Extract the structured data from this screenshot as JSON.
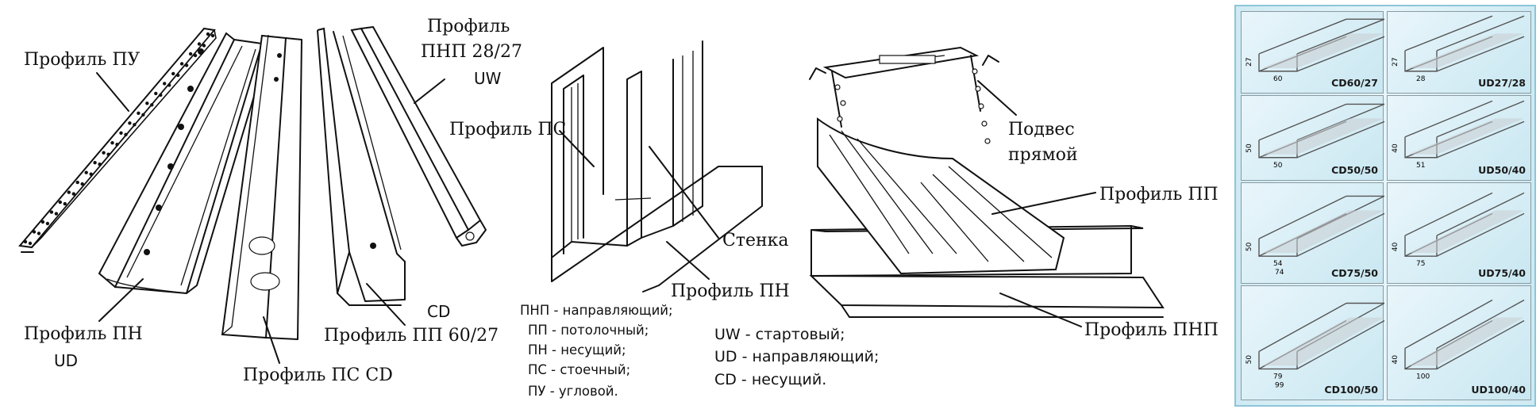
{
  "labels": {
    "pu": "Профиль ПУ",
    "pnp_line1": "Профиль",
    "pnp_line2": "ПНП 28/27",
    "pnp_line3": "UW",
    "pn": "Профиль ПН",
    "pn_ud": "UD",
    "ps_cd": "Профиль ПС  CD",
    "pp_cd": "CD",
    "pp": "Профиль ПП 60/27",
    "ps_wall": "Профиль ПС",
    "stenka": "Стенка",
    "pn_wall": "Профиль ПН",
    "podves_line1": "Подвес",
    "podves_line2": "прямой",
    "pp_ceiling": "Профиль ПП",
    "pnp_ceiling": "Профиль ПНП"
  },
  "legend_left": [
    "ПНП - направляющий;",
    "ПП - потолочный;",
    "ПН - несущий;",
    "ПС - стоечный;",
    "ПУ - угловой."
  ],
  "legend_right": [
    "UW - стартовый;",
    "UD  - направляющий;",
    "CD  - несущий."
  ],
  "catalog": [
    {
      "code": "CD60/27",
      "dims": [
        "27",
        "60"
      ]
    },
    {
      "code": "UD27/28",
      "dims": [
        "27",
        "28"
      ]
    },
    {
      "code": "CD50/50",
      "dims": [
        "50",
        "50"
      ]
    },
    {
      "code": "UD50/40",
      "dims": [
        "40",
        "51"
      ]
    },
    {
      "code": "CD75/50",
      "dims": [
        "50",
        "54",
        "74"
      ]
    },
    {
      "code": "UD75/40",
      "dims": [
        "40",
        "75"
      ]
    },
    {
      "code": "CD100/50",
      "dims": [
        "50",
        "79",
        "99"
      ]
    },
    {
      "code": "UD100/40",
      "dims": [
        "40",
        "100"
      ]
    }
  ],
  "colors": {
    "catalog_bg": "#cfeaf3",
    "catalog_border": "#8cc6d8",
    "ink": "#111111"
  }
}
